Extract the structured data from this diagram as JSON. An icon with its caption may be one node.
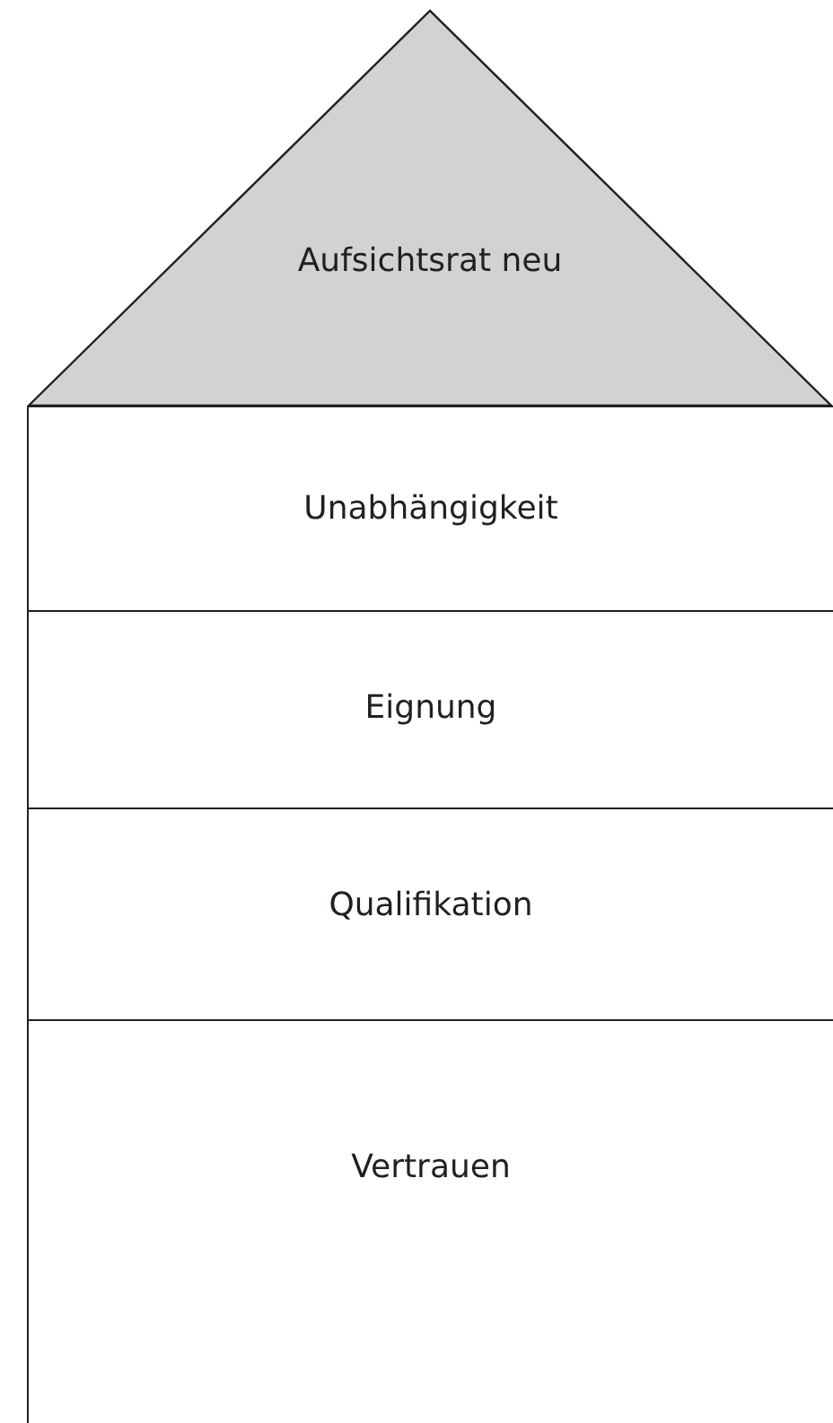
{
  "diagram": {
    "nodes": [
      {
        "text": [
          "Aufsichtsrat neu"
        ]
      },
      {
        "text": [
          "Unabhängigkeit"
        ]
      },
      {
        "text": [
          "Eignung"
        ]
      },
      {
        "text": [
          "Qualifikation"
        ]
      },
      {
        "text": [
          "Vertrauen"
        ]
      }
    ]
  }
}
